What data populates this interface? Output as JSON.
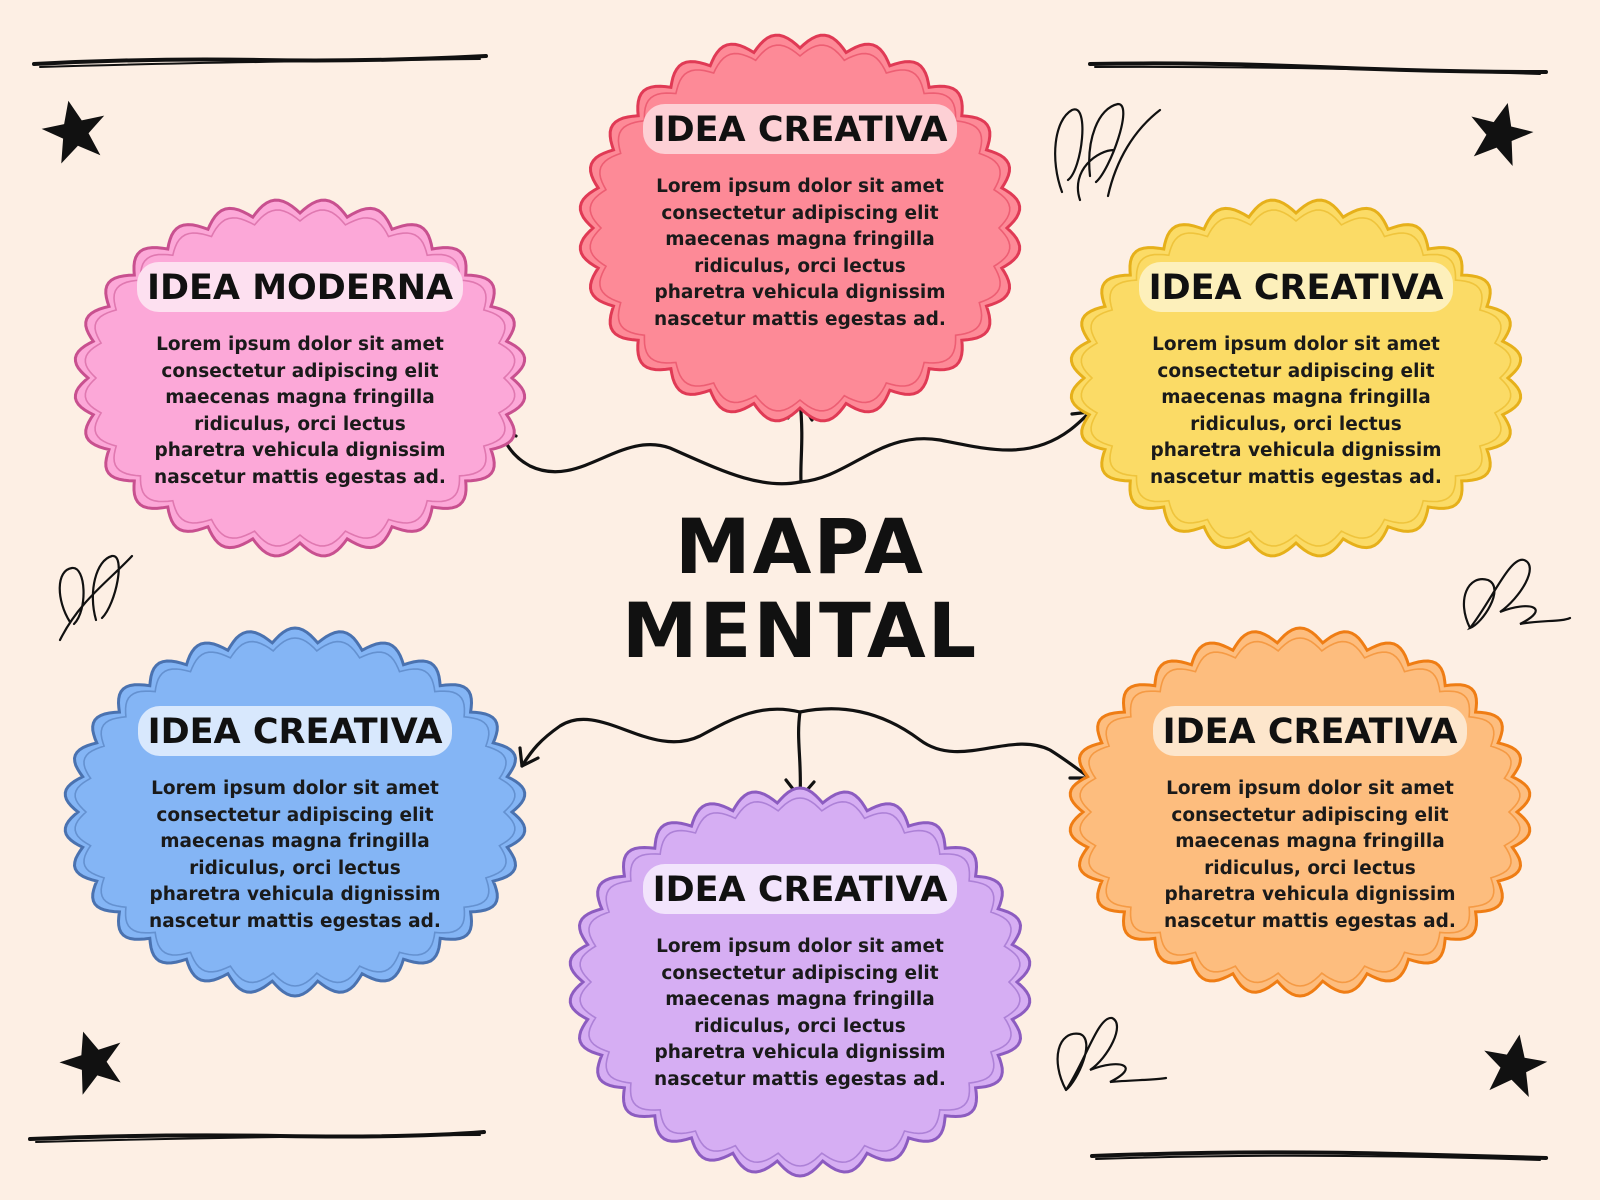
{
  "title": {
    "line1": "MAPA",
    "line2": "MENTAL"
  },
  "nodes": [
    {
      "title": "IDEA CREATIVA",
      "body": "Lorem ipsum dolor sit amet consectetur adipiscing elit maecenas magna fringilla ridiculus, orci lectus pharetra vehicula dignissim nascetur mattis egestas ad.",
      "fill": "#fd8a97",
      "stroke": "#e03a55",
      "chip": "#fdd0d5"
    },
    {
      "title": "IDEA MODERNA",
      "body": "Lorem ipsum dolor sit amet consectetur adipiscing elit maecenas magna fringilla ridiculus, orci lectus pharetra vehicula dignissim nascetur mattis egestas ad.",
      "fill": "#fca8d8",
      "stroke": "#c8508f",
      "chip": "#fde0f0"
    },
    {
      "title": "IDEA CREATIVA",
      "body": "Lorem ipsum dolor sit amet consectetur adipiscing elit maecenas magna fringilla ridiculus, orci lectus pharetra vehicula dignissim nascetur mattis egestas ad.",
      "fill": "#fbdb66",
      "stroke": "#e6b01a",
      "chip": "#fdf0bb"
    },
    {
      "title": "IDEA CREATIVA",
      "body": "Lorem ipsum dolor sit amet consectetur adipiscing elit maecenas magna fringilla ridiculus, orci lectus pharetra vehicula dignissim nascetur mattis egestas ad.",
      "fill": "#84b5f5",
      "stroke": "#4a72b0",
      "chip": "#d8e8fd"
    },
    {
      "title": "IDEA CREATIVA",
      "body": "Lorem ipsum dolor sit amet consectetur adipiscing elit maecenas magna fringilla ridiculus, orci lectus pharetra vehicula dignissim nascetur mattis egestas ad.",
      "fill": "#d6aef3",
      "stroke": "#8c5cc0",
      "chip": "#f2e4fc"
    },
    {
      "title": "IDEA CREATIVA",
      "body": "Lorem ipsum dolor sit amet consectetur adipiscing elit maecenas magna fringilla ridiculus, orci lectus pharetra vehicula dignissim nascetur mattis egestas ad.",
      "fill": "#fdbd7e",
      "stroke": "#ef7d14",
      "chip": "#fde6cc"
    }
  ]
}
